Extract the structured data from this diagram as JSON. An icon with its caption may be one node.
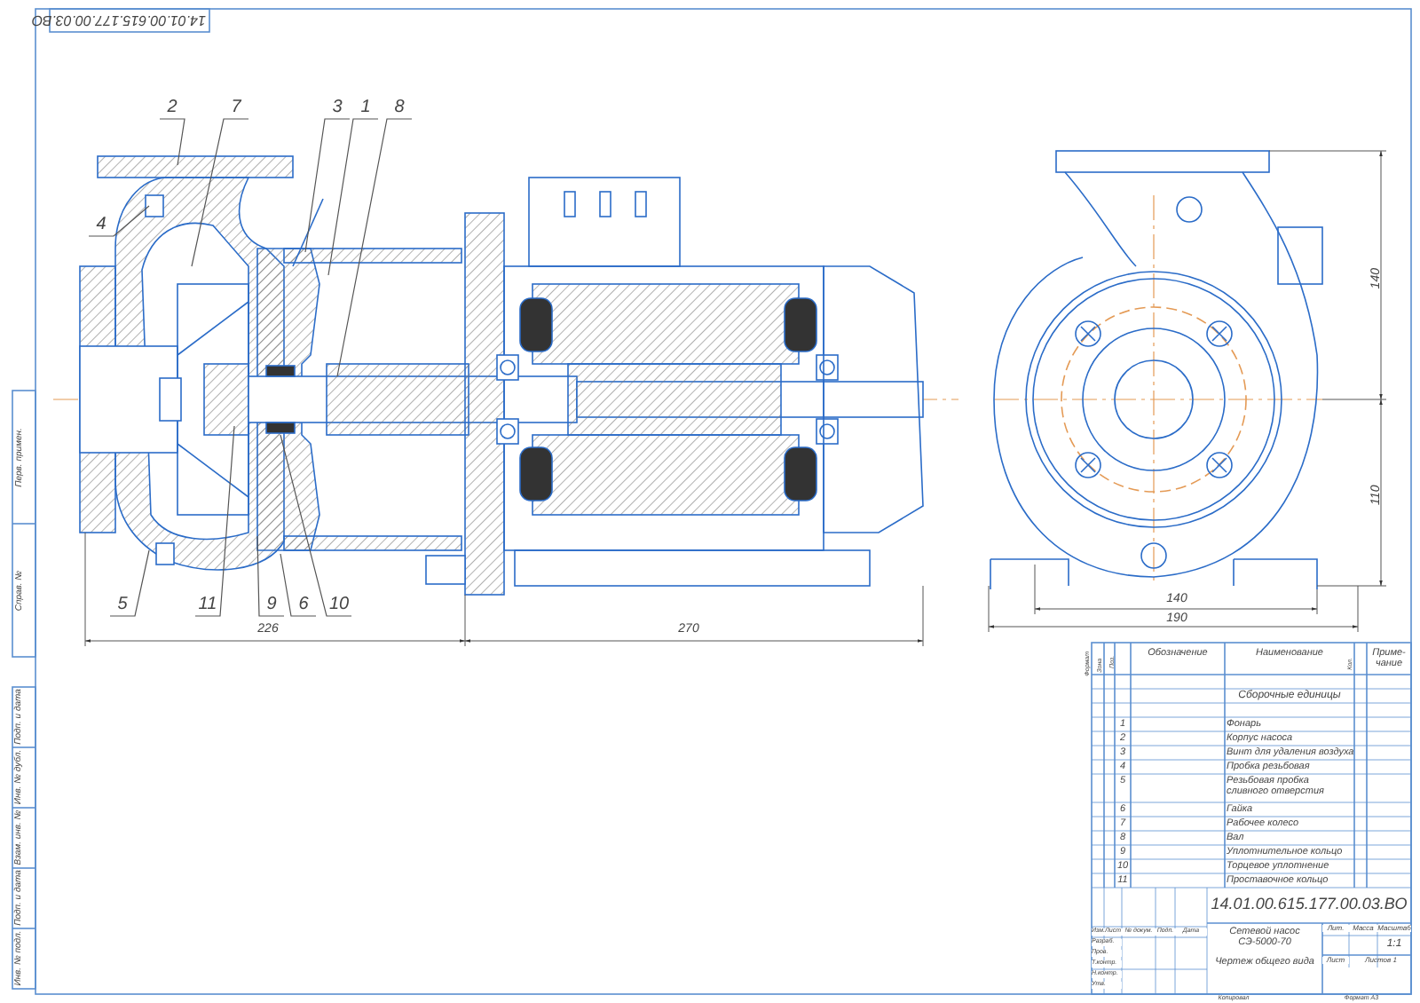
{
  "diagram": {
    "nodes": [
      {
        "text": [
          "2"
        ]
      },
      {
        "text": [
          "7"
        ]
      },
      {
        "text": [
          "3"
        ]
      },
      {
        "text": [
          "1"
        ]
      },
      {
        "text": [
          "8"
        ]
      },
      {
        "text": [
          "4"
        ]
      },
      {
        "text": [
          "5"
        ]
      },
      {
        "text": [
          "11"
        ]
      },
      {
        "text": [
          "9"
        ]
      },
      {
        "text": [
          "6"
        ]
      },
      {
        "text": [
          "10"
        ]
      }
    ],
    "edges": [
      {
        "from": 0,
        "to": null,
        "arrow": "none"
      },
      {
        "from": 1,
        "to": null,
        "arrow": "none"
      },
      {
        "from": 2,
        "to": null,
        "arrow": "none"
      },
      {
        "from": 3,
        "to": null,
        "arrow": "none"
      },
      {
        "from": 4,
        "to": null,
        "arrow": "none"
      },
      {
        "from": 5,
        "to": null,
        "arrow": "none"
      },
      {
        "from": 6,
        "to": null,
        "arrow": "none"
      },
      {
        "from": 7,
        "to": null,
        "arrow": "none"
      },
      {
        "from": 8,
        "to": null,
        "arrow": "none"
      },
      {
        "from": 9,
        "to": null,
        "arrow": "none"
      },
      {
        "from": 10,
        "to": null,
        "arrow": "none"
      }
    ],
    "labels": [
      "14.01.00.615.177.00.03.ВО",
      "140",
      "110",
      "226",
      "270",
      "140",
      "190",
      "Формат",
      "Зона",
      "Поз.",
      "Обозначение",
      "Наименование",
      "Кол.",
      "Приме-чание",
      "Сборочные единицы",
      "1",
      "Фонарь",
      "2",
      "Корпус насоса",
      "3",
      "Винт для удаления воздуха",
      "4",
      "Пробка резьбовая",
      "5",
      "Резьбовая пробка сливного отверстия",
      "6",
      "Гайка",
      "7",
      "Рабочее колесо",
      "8",
      "Вал",
      "9",
      "Уплотнительное кольцо",
      "10",
      "Торцевое уплотнение",
      "11",
      "Проставочное кольцо",
      "Перв. примен.",
      "Справ. №",
      "Подп. и дата",
      "Инв. № дубл.",
      "Взам. инв. №",
      "Подп. и дата",
      "Инв. № подл.",
      "Изм.",
      "Лист",
      "№ докум.",
      "Подп.",
      "Дата",
      "Разраб.",
      "Пров.",
      "Т.контр.",
      "Н.контр.",
      "Утв.",
      "14.01.00.615.177.00.03.ВО",
      "Сетевой насос СЭ-5000-70",
      "Чертеж общего вида",
      "Лит.",
      "Масса",
      "Масштаб",
      "1:1",
      "Лист",
      "Листов 1",
      "Копировал",
      "Формат A3"
    ]
  }
}
